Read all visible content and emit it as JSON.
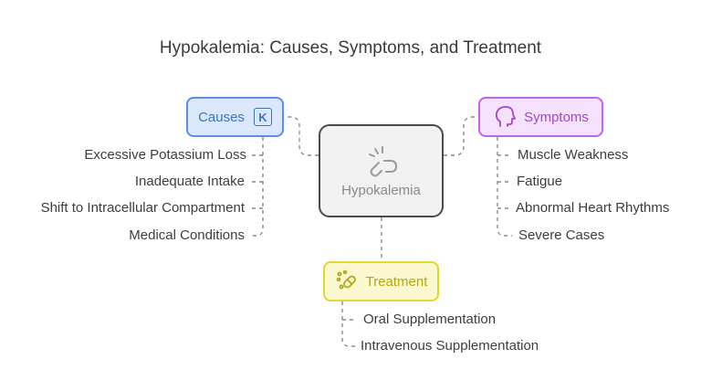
{
  "title": "Hypokalemia: Causes, Symptoms, and Treatment",
  "center": {
    "label": "Hypokalemia",
    "icon": "broken-link-icon"
  },
  "causes": {
    "label": "Causes",
    "icon": "potassium-element-icon",
    "icon_text": "K",
    "items": [
      "Excessive Potassium Loss",
      "Inadequate Intake",
      "Shift to Intracellular Compartment",
      "Medical Conditions"
    ]
  },
  "symptoms": {
    "label": "Symptoms",
    "icon": "head-profile-icon",
    "items": [
      "Muscle Weakness",
      "Fatigue",
      "Abnormal Heart Rhythms",
      "Severe Cases"
    ]
  },
  "treatment": {
    "label": "Treatment",
    "icon": "pills-icon",
    "items": [
      "Oral Supplementation",
      "Intravenous Supplementation"
    ]
  },
  "colors": {
    "causes": "#5c8fdc",
    "symptoms": "#c264e6",
    "treatment": "#e3d62c",
    "center": "#4a4a4a",
    "connector": "#8a8a8a"
  }
}
